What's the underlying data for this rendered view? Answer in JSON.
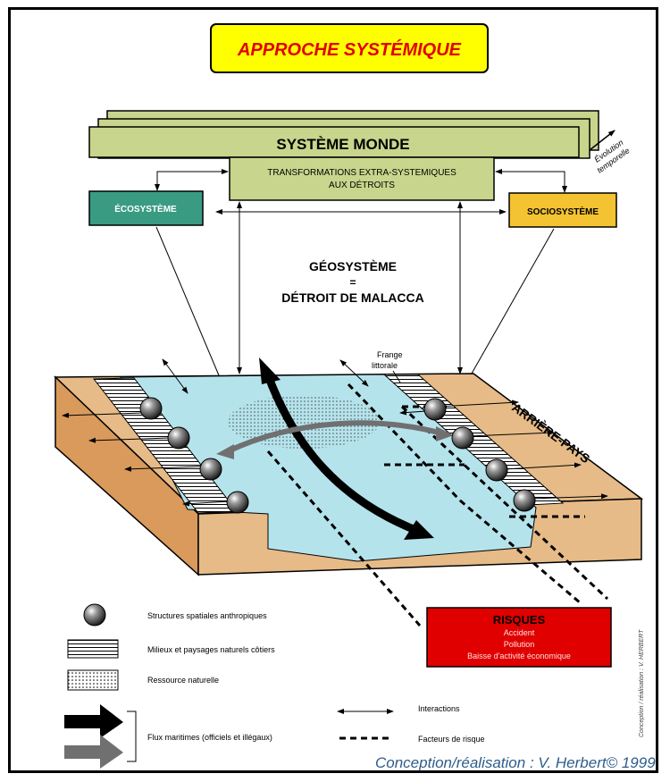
{
  "title": "APPROCHE SYSTÉMIQUE",
  "systeme_monde": "SYSTÈME MONDE",
  "evolution": [
    "Évolution",
    "temporelle"
  ],
  "transformations": [
    "TRANSFORMATIONS EXTRA-SYSTEMIQUES",
    "AUX DÉTROITS"
  ],
  "ecosysteme": "ÉCOSYSTÈME",
  "sociosysteme": "SOCIOSYSTÈME",
  "geosysteme": [
    "GÉOSYSTÈME",
    "=",
    "DÉTROIT DE MALACCA"
  ],
  "frange": [
    "Frange",
    "littorale"
  ],
  "arriere_pays": "ARRIÈRE-PAYS",
  "risques": {
    "title": "RISQUES",
    "items": [
      "Accident",
      "Pollution",
      "Baisse d'activité économique"
    ]
  },
  "legend": {
    "structures": "Structures spatiales anthropiques",
    "milieux": "Milieux et paysages naturels côtiers",
    "ressource": "Ressource naturelle",
    "flux": "Flux maritimes (officiels et illégaux)",
    "interactions": "Interactions",
    "facteurs": "Facteurs de risque"
  },
  "vertical_credit": "Conception / réalisation : V. HERBERT",
  "credit": "Conception/réalisation : V. Herbert© 1999",
  "colors": {
    "title_bg": "#ffff00",
    "title_text": "#e00000",
    "monde_bg": "#c8d58c",
    "eco_bg": "#3a9b83",
    "socio_bg": "#f3c331",
    "water": "#b5e3ec",
    "land_top": "#e6bb88",
    "land_side": "#d99a5c",
    "risques_bg": "#e00000",
    "credit": "#2e5c8a"
  }
}
